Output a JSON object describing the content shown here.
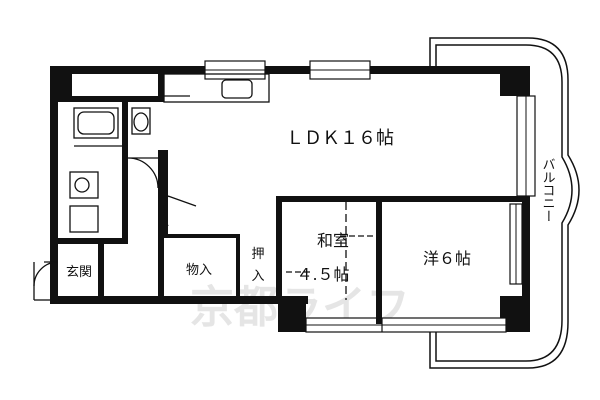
{
  "floor_plan": {
    "rooms": {
      "ldk": "ＬＤＫ１６帖",
      "washitsu": "和室",
      "washitsu_size": "４.５帖",
      "youshitsu": "洋６帖",
      "genkan": "玄関",
      "monoire": "物入",
      "oshiire_1": "押",
      "oshiire_2": "入",
      "balcony": "バルコニー"
    },
    "watermark": "京都ライフ"
  }
}
